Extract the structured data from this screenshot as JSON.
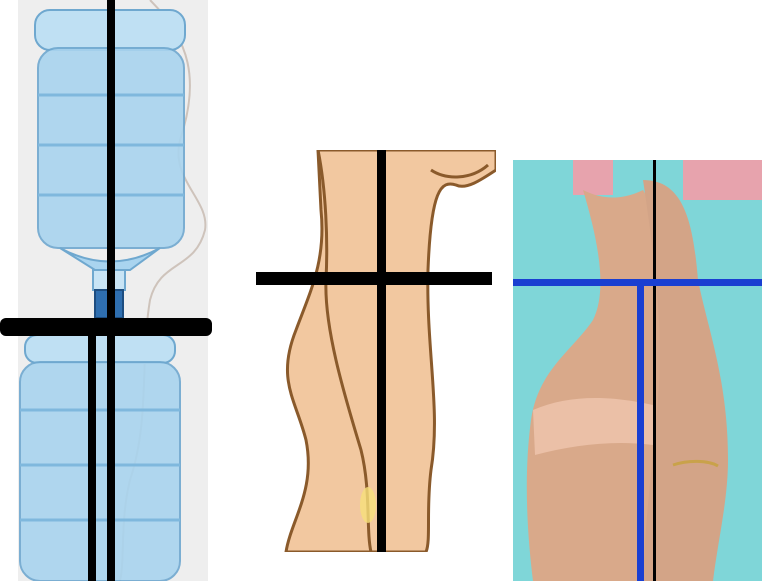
{
  "image": {
    "panels": [
      {
        "name": "water-bottle-comparison",
        "description_shapes": [
          "two-stacked-water-jugs",
          "faint-body-silhouette"
        ],
        "line_colors": {
          "vertical": "#000000",
          "horizontal": "#000000"
        }
      },
      {
        "name": "illustrated-body-profile",
        "colors": {
          "skin": "#f2c8a0",
          "outline": "#8a5a2b"
        },
        "line_colors": {
          "vertical": "#000000",
          "horizontal": "#000000"
        }
      },
      {
        "name": "photo-body-profile",
        "colors": {
          "background": "#7fd6d8",
          "skin": "#d9a98a",
          "underwear": "#e8b8a0"
        },
        "line_colors": {
          "vertical": "#000000",
          "horizontal": "#1a3fd1",
          "vertical_secondary": "#1a3fd1"
        }
      }
    ]
  }
}
